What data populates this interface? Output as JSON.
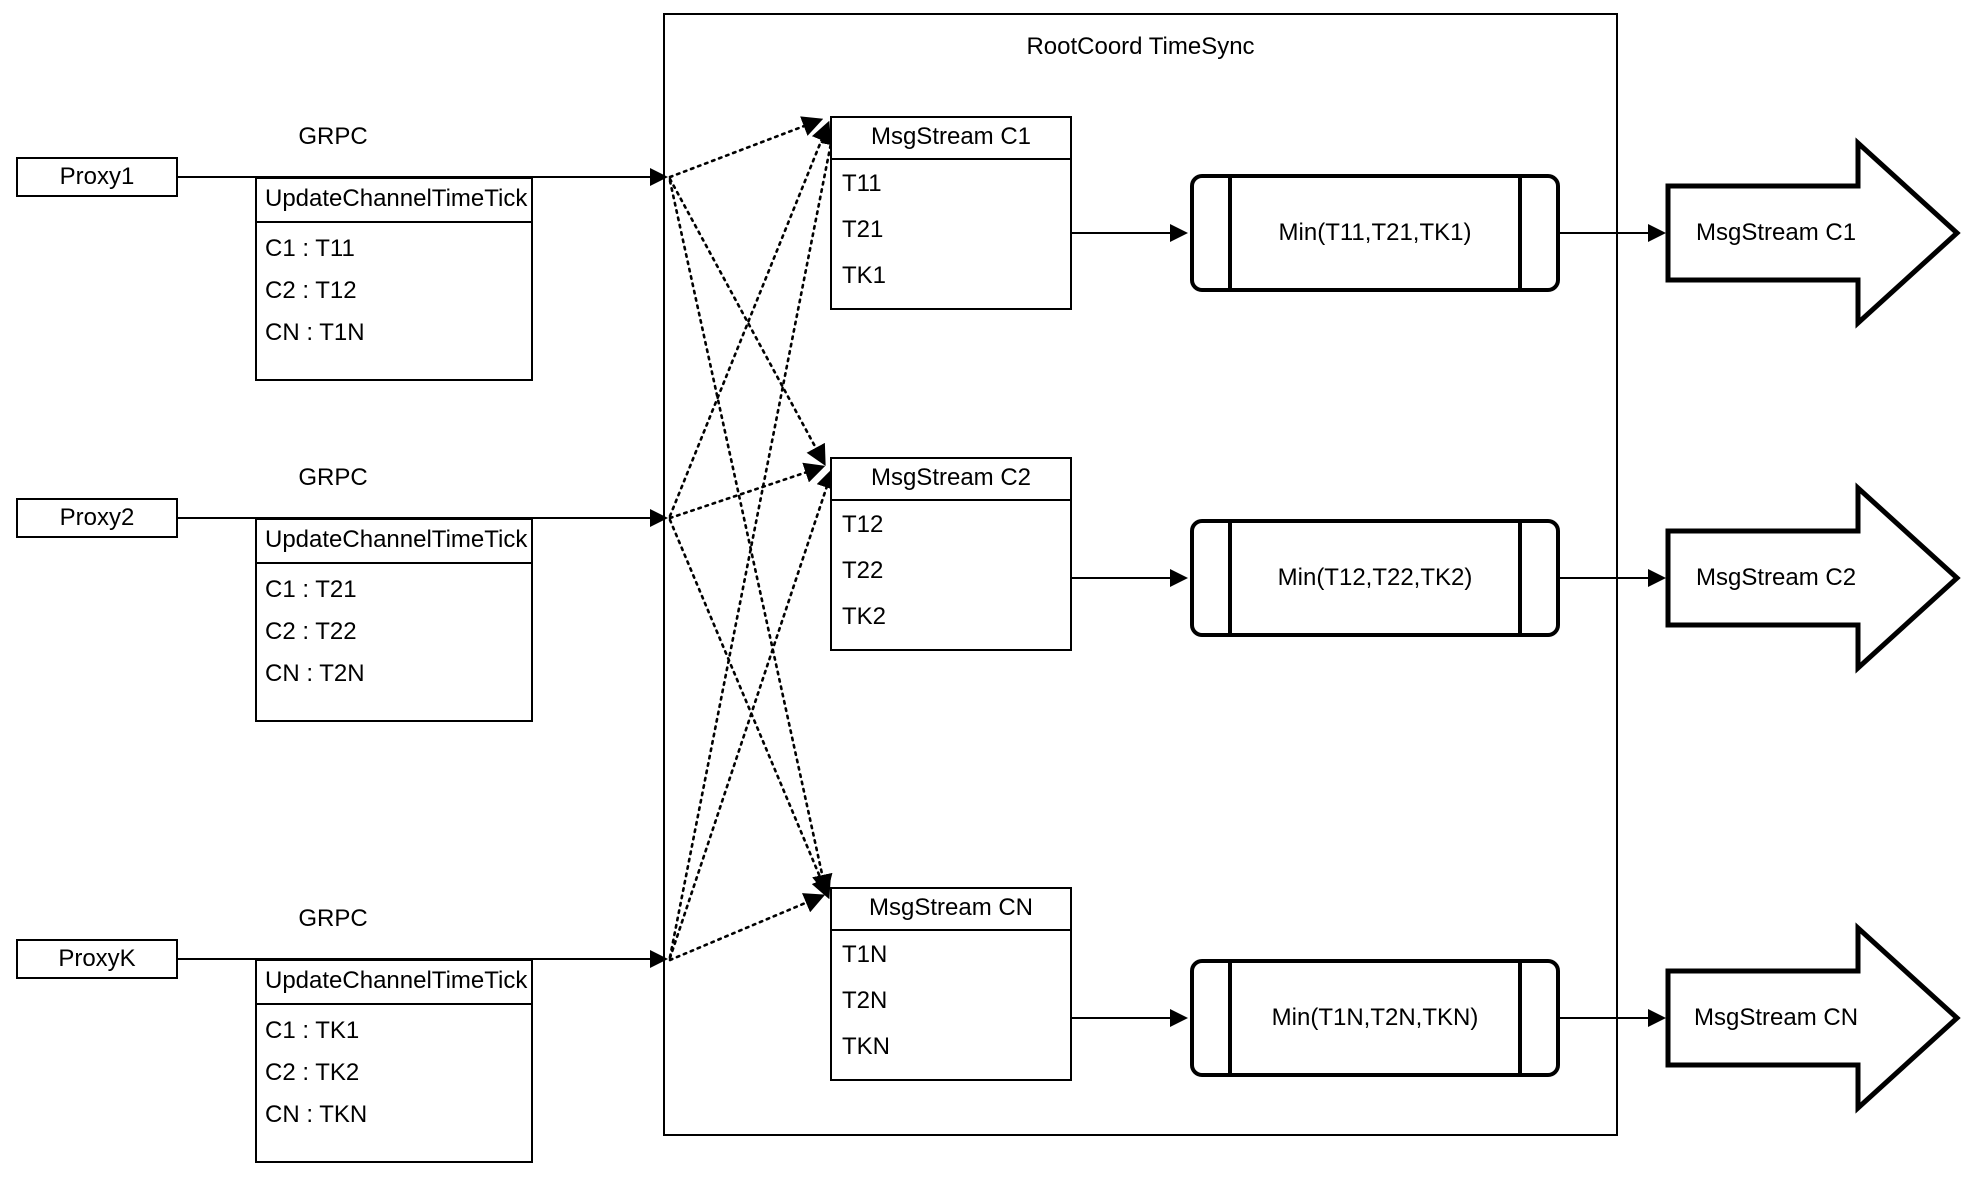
{
  "container": {
    "title": "RootCoord TimeSync"
  },
  "rows": [
    {
      "proxy": "Proxy1",
      "grpc": "GRPC",
      "uct": {
        "title": "UpdateChannelTimeTick",
        "entries": [
          "C1 :  T11",
          "C2 :  T12",
          "CN : T1N"
        ]
      }
    },
    {
      "proxy": "Proxy2",
      "grpc": "GRPC",
      "uct": {
        "title": "UpdateChannelTimeTick",
        "entries": [
          "C1 :  T21",
          "C2 :  T22",
          "CN : T2N"
        ]
      }
    },
    {
      "proxy": "ProxyK",
      "grpc": "GRPC",
      "uct": {
        "title": "UpdateChannelTimeTick",
        "entries": [
          "C1 :  TK1",
          "C2 :  TK2",
          "CN : TKN"
        ]
      }
    }
  ],
  "channels": [
    {
      "msgstream": {
        "title": "MsgStream C1",
        "entries": [
          "T11",
          "T21",
          "TK1"
        ]
      },
      "min": "Min(T11,T21,TK1)",
      "output": "MsgStream C1"
    },
    {
      "msgstream": {
        "title": "MsgStream C2",
        "entries": [
          "T12",
          "T22",
          "TK2"
        ]
      },
      "min": "Min(T12,T22,TK2)",
      "output": "MsgStream C2"
    },
    {
      "msgstream": {
        "title": "MsgStream CN",
        "entries": [
          "T1N",
          "T2N",
          "TKN"
        ]
      },
      "min": "Min(T1N,T2N,TKN)",
      "output": "MsgStream CN"
    }
  ],
  "colors": {
    "stroke": "#000000",
    "background": "#ffffff"
  }
}
